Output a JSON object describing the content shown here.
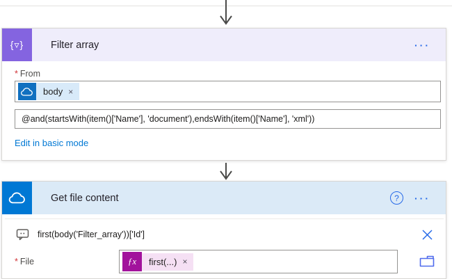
{
  "filter_card": {
    "title": "Filter array",
    "icon_glyph_open": "{",
    "icon_glyph_funnel": "▿",
    "icon_glyph_close": "}",
    "menu": "···",
    "from_field": {
      "required_marker": "*",
      "label": "From",
      "token_text": "body",
      "token_remove": "×"
    },
    "where_expression": "@and(startsWith(item()['Name'], 'document'),endsWith(item()['Name'], 'xml'))",
    "edit_link": "Edit in basic mode"
  },
  "get_file_card": {
    "title": "Get file content",
    "help": "?",
    "menu": "···",
    "id_expression": "first(body('Filter_array'))['Id']",
    "file_field": {
      "required_marker": "*",
      "label": "File",
      "token_icon": "ƒx",
      "token_text": "first(...)",
      "token_remove": "×"
    }
  },
  "colors": {
    "filter_accent": "#8464e0",
    "filter_header_bg": "#efedfb",
    "onedrive_accent": "#0078d4",
    "onedrive_header_bg": "#dbeaf7",
    "token_blue_bg": "#d8eaf9",
    "token_blue_icon": "#1070c0",
    "expression_token_bg": "#f5e0f4",
    "expression_token_icon": "#a2129c",
    "link_blue": "#0078d4",
    "action_blue": "#2569e8",
    "required_red": "#d13438",
    "arrow_gray": "#4a4a48"
  }
}
